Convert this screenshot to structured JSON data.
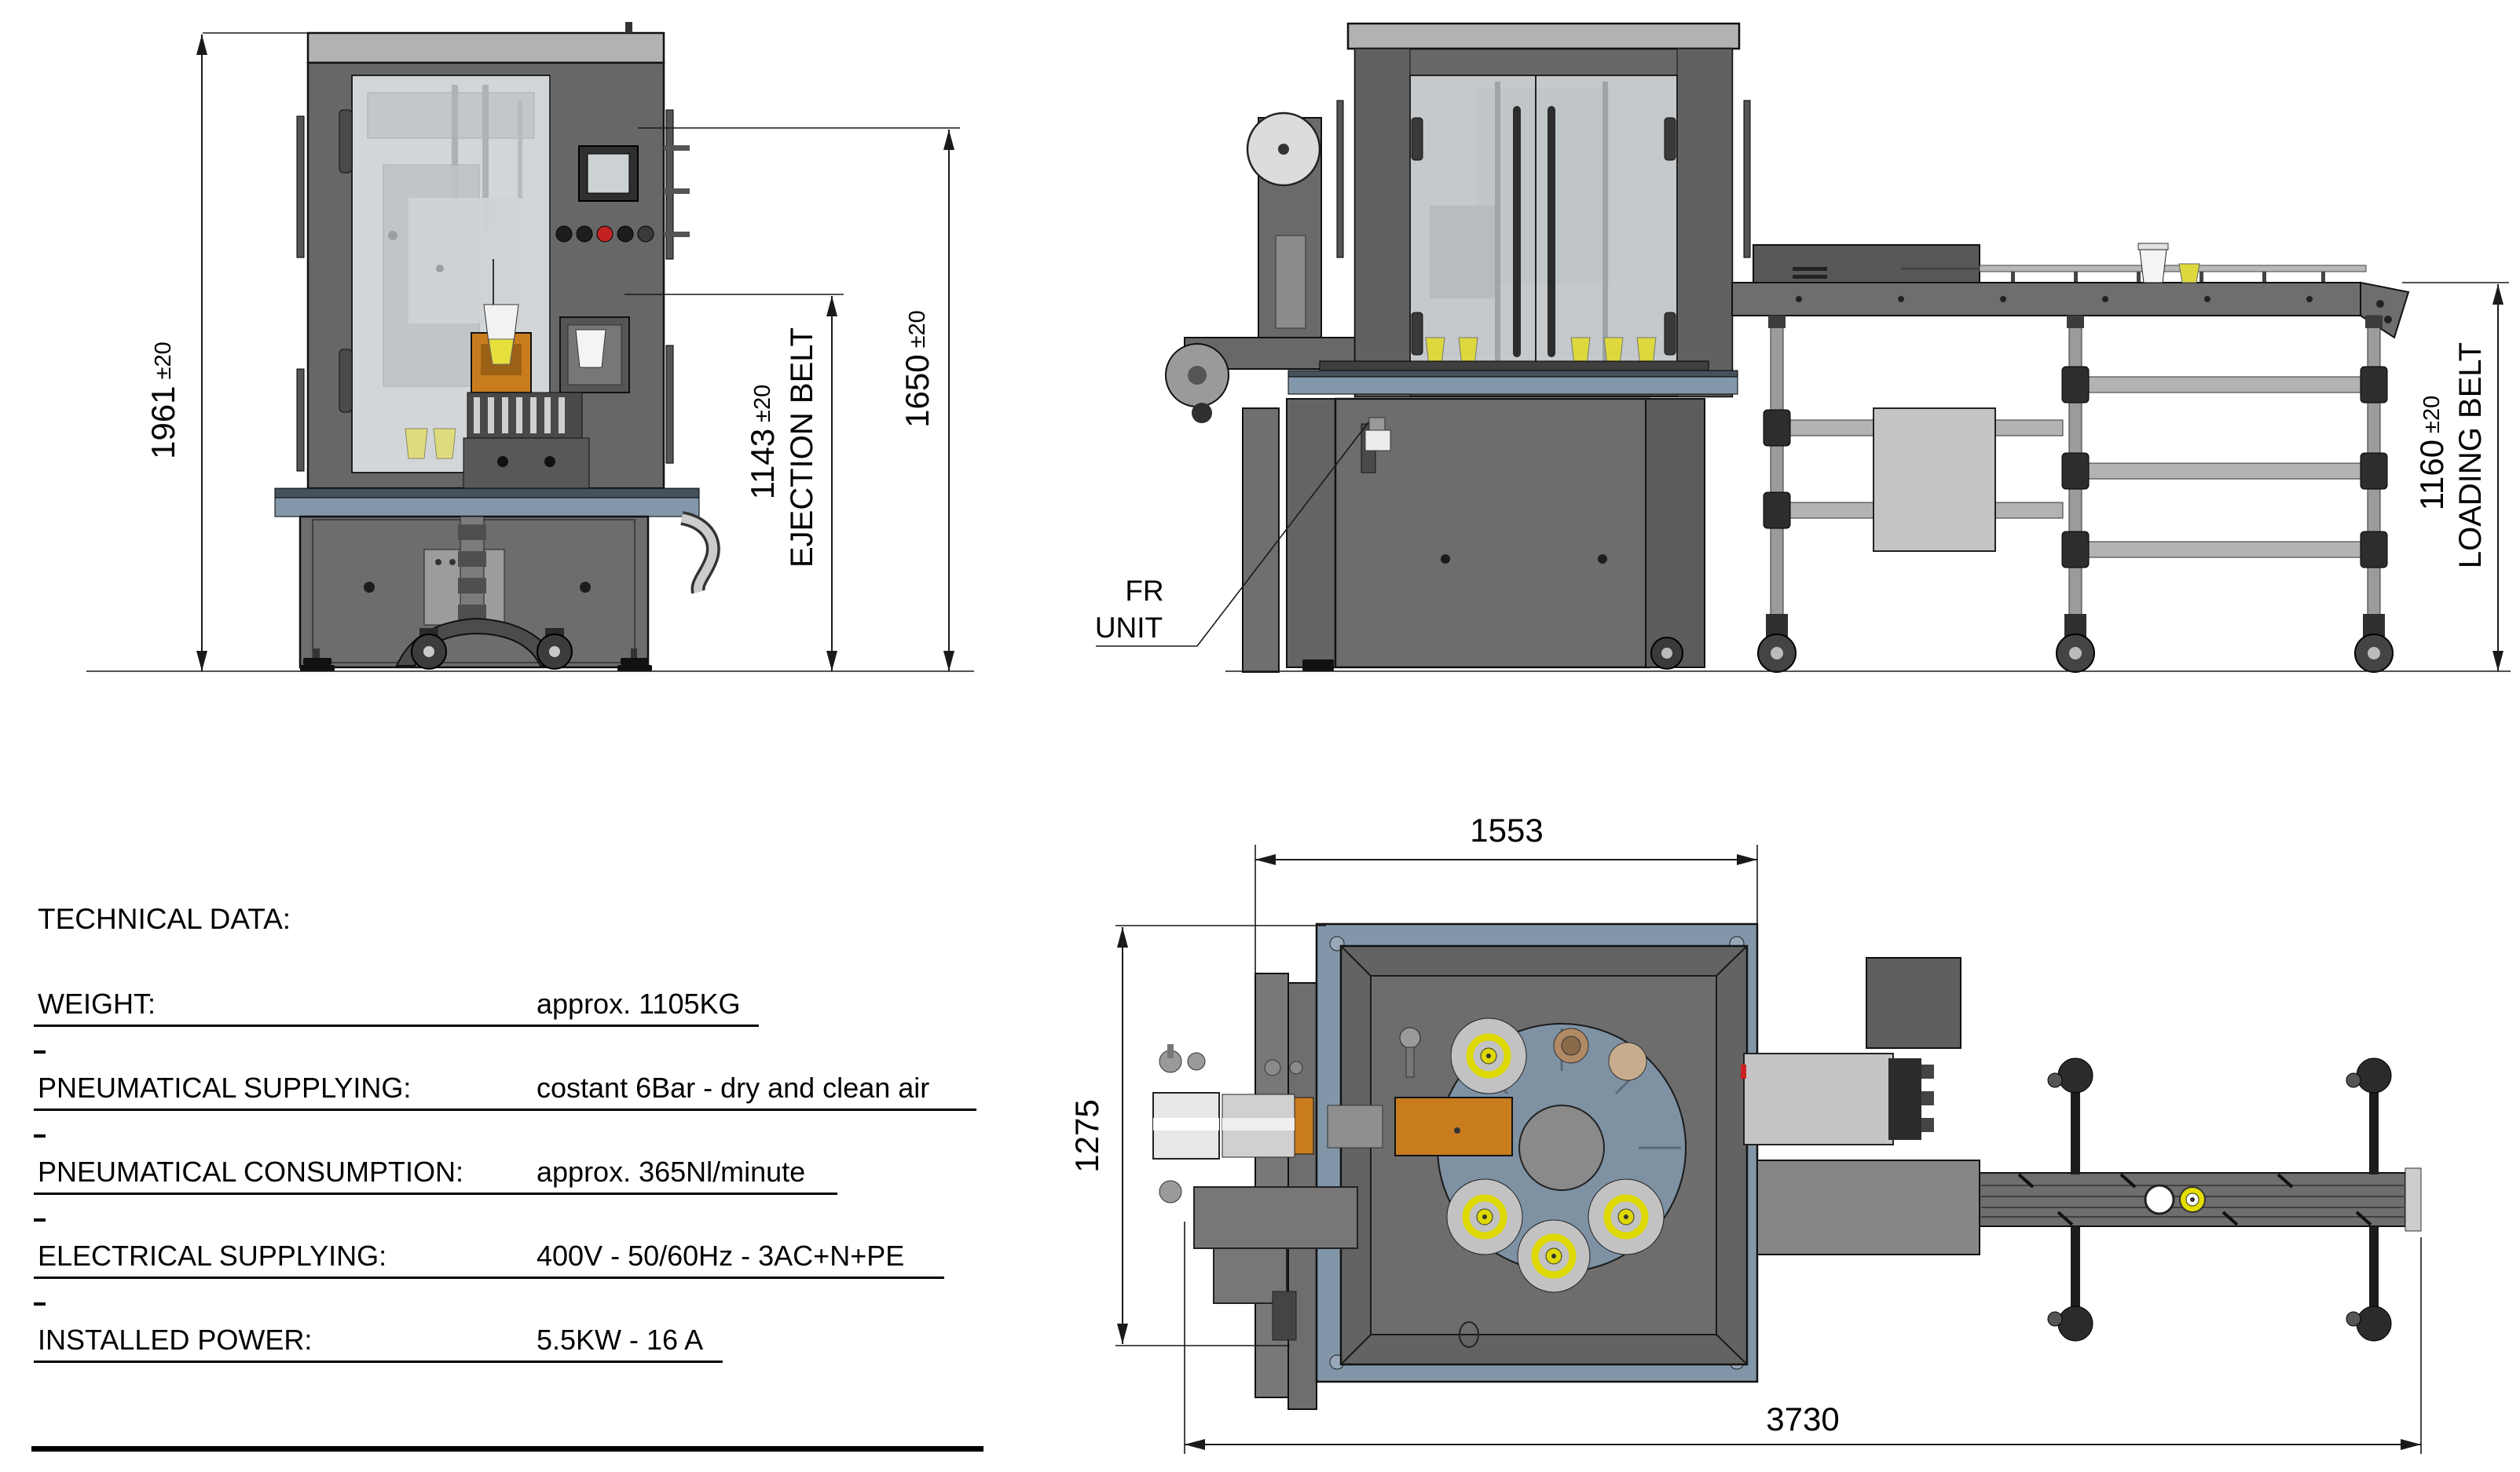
{
  "title_block": {
    "title": "TECHNICAL DATA:",
    "rows": [
      {
        "label": "WEIGHT:",
        "value": "approx. 1105KG"
      },
      {
        "label": "PNEUMATICAL SUPPLYING:",
        "value": "costant 6Bar - dry and clean air"
      },
      {
        "label": "PNEUMATICAL CONSUMPTION:",
        "value": "approx. 365Nl/minute"
      },
      {
        "label": "ELECTRICAL SUPPLYING:",
        "value": "400V - 50/60Hz - 3AC+N+PE"
      },
      {
        "label": "INSTALLED POWER:",
        "value": "5.5KW - 16 A"
      }
    ]
  },
  "dims": {
    "front_total_height": {
      "value": "1961",
      "tol": "±20"
    },
    "ejection_belt": {
      "value": "1143",
      "tol": "±20",
      "label": "EJECTION BELT"
    },
    "panel_height": {
      "value": "1650",
      "tol": "±20"
    },
    "loading_belt": {
      "value": "1160",
      "tol": "±20",
      "label": "LOADING BELT"
    },
    "top_width": "1553",
    "top_depth": "1275",
    "overall_length": "3730"
  },
  "callouts": {
    "fr_unit_line1": "FR",
    "fr_unit_line2": "UNIT"
  },
  "colors": {
    "machine_gray": "#676767",
    "panel_light": "#b2b2b2",
    "table_blue": "#8297a9",
    "base_plate_blue": "#8196a8",
    "orange": "#c87c1e",
    "cup_yellow": "#ddd83e",
    "roller_yellow": "#e3dd00",
    "line": "#000000"
  }
}
